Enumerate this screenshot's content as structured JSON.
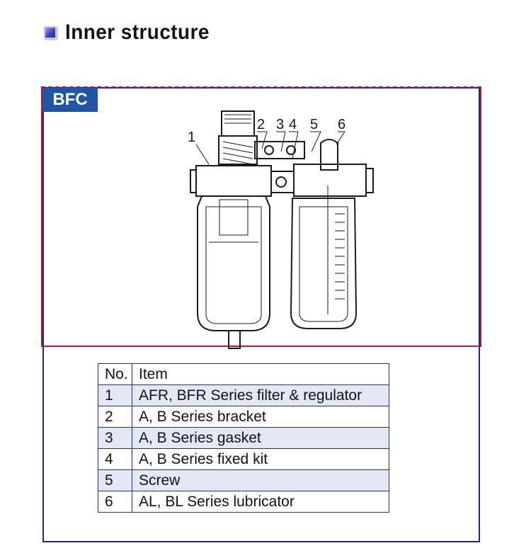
{
  "heading": "Inner structure",
  "badge": "BFC",
  "callouts": [
    "1",
    "2",
    "3",
    "4",
    "5",
    "6"
  ],
  "table": {
    "headers": [
      "No.",
      "Item"
    ],
    "rows": [
      {
        "no": "1",
        "item": "AFR, BFR Series filter & regulator"
      },
      {
        "no": "2",
        "item": "A, B Series bracket"
      },
      {
        "no": "3",
        "item": "A, B Series gasket"
      },
      {
        "no": "4",
        "item": "A, B Series fixed kit"
      },
      {
        "no": "5",
        "item": "Screw"
      },
      {
        "no": "6",
        "item": "AL, BL Series lubricator"
      }
    ]
  },
  "colors": {
    "accent_blue": "#1e55a6",
    "frame_red": "#b01c3c",
    "frame_navy": "#1f2a7a",
    "row_tint": "#e3e8f7"
  }
}
